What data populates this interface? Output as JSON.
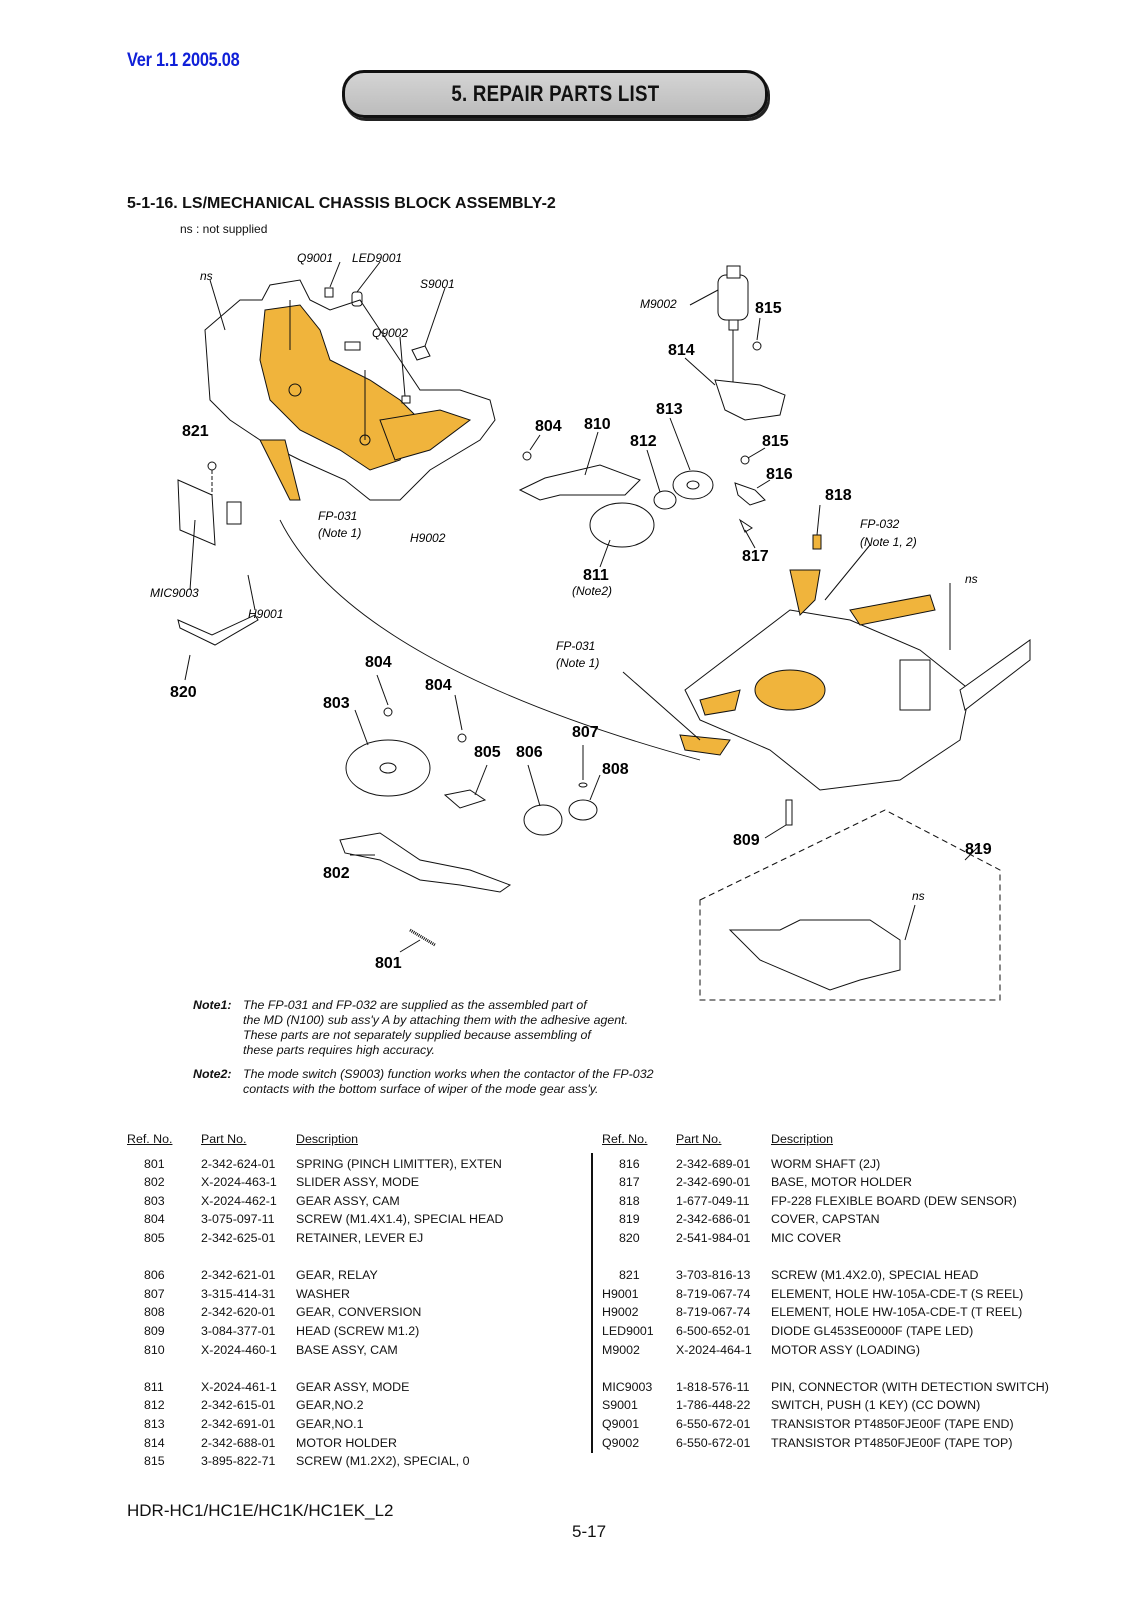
{
  "header": {
    "version": "Ver 1.1  2005.08",
    "chapter_title": "5. REPAIR PARTS LIST"
  },
  "section": {
    "title": "5-1-16. LS/MECHANICAL CHASSIS BLOCK ASSEMBLY-2",
    "ns_legend": "ns : not supplied"
  },
  "diagram": {
    "accent_color": "#f0b43c",
    "labels": {
      "q9001": "Q9001",
      "led9001": "LED9001",
      "ns_top": "ns",
      "s9001": "S9001",
      "q9002": "Q9002",
      "m9002": "M9002",
      "r815a": "815",
      "r814": "814",
      "r813": "813",
      "r821": "821",
      "r804a": "804",
      "r810": "810",
      "r812": "812",
      "r815b": "815",
      "r816": "816",
      "r818": "818",
      "fp031a": "FP-031",
      "note1a": "(Note 1)",
      "h9002": "H9002",
      "fp032": "FP-032",
      "note12": "(Note 1, 2)",
      "r817": "817",
      "r811": "811",
      "note2": "(Note2)",
      "ns_right": "ns",
      "mic9003": "MIC9003",
      "h9001": "H9001",
      "fp031b": "FP-031",
      "note1b": "(Note 1)",
      "r804b": "804",
      "r820": "820",
      "r804c": "804",
      "r803": "803",
      "r807": "807",
      "r805": "805",
      "r806": "806",
      "r808": "808",
      "r809": "809",
      "r819": "819",
      "r802": "802",
      "ns_bottom": "ns",
      "r801": "801"
    }
  },
  "notes": [
    {
      "key": "Note1:",
      "lines": [
        "The FP-031 and FP-032 are supplied as the assembled part of",
        "the MD (N100) sub ass'y A by attaching them with the adhesive agent.",
        "These parts are not separately supplied because assembling of",
        "these parts requires high accuracy."
      ]
    },
    {
      "key": "Note2:",
      "lines": [
        "The mode switch (S9003) function works when the contactor of the FP-032",
        "contacts with the bottom surface of wiper of the mode gear ass'y."
      ]
    }
  ],
  "parts_table": {
    "headers": {
      "ref": "Ref. No.",
      "part": "Part No.",
      "desc": "Description"
    },
    "left": [
      {
        "ref": "801",
        "part": "2-342-624-01",
        "desc": "SPRING (PINCH LIMITTER), EXTEN"
      },
      {
        "ref": "802",
        "part": "X-2024-463-1",
        "desc": "SLIDER ASSY, MODE"
      },
      {
        "ref": "803",
        "part": "X-2024-462-1",
        "desc": "GEAR ASSY, CAM"
      },
      {
        "ref": "804",
        "part": "3-075-097-11",
        "desc": "SCREW (M1.4X1.4), SPECIAL HEAD"
      },
      {
        "ref": "805",
        "part": "2-342-625-01",
        "desc": "RETAINER, LEVER  EJ"
      },
      {
        "ref": "806",
        "part": "2-342-621-01",
        "desc": "GEAR,  RELAY"
      },
      {
        "ref": "807",
        "part": "3-315-414-31",
        "desc": "WASHER"
      },
      {
        "ref": "808",
        "part": "2-342-620-01",
        "desc": "GEAR, CONVERSION"
      },
      {
        "ref": "809",
        "part": "3-084-377-01",
        "desc": "HEAD (SCREW M1.2)"
      },
      {
        "ref": "810",
        "part": "X-2024-460-1",
        "desc": "BASE ASSY, CAM"
      },
      {
        "ref": "811",
        "part": "X-2024-461-1",
        "desc": "GEAR ASSY, MODE"
      },
      {
        "ref": "812",
        "part": "2-342-615-01",
        "desc": "GEAR,NO.2"
      },
      {
        "ref": "813",
        "part": "2-342-691-01",
        "desc": "GEAR,NO.1"
      },
      {
        "ref": "814",
        "part": "2-342-688-01",
        "desc": "MOTOR HOLDER"
      },
      {
        "ref": "815",
        "part": "3-895-822-71",
        "desc": "SCREW (M1.2X2), SPECIAL, 0"
      }
    ],
    "right": [
      {
        "ref": "816",
        "part": "2-342-689-01",
        "desc": "WORM SHAFT (2J)"
      },
      {
        "ref": "817",
        "part": "2-342-690-01",
        "desc": "BASE, MOTOR HOLDER"
      },
      {
        "ref": "818",
        "part": "1-677-049-11",
        "desc": "FP-228 FLEXIBLE BOARD (DEW SENSOR)"
      },
      {
        "ref": "819",
        "part": "2-342-686-01",
        "desc": "COVER, CAPSTAN"
      },
      {
        "ref": "820",
        "part": "2-541-984-01",
        "desc": "MIC COVER"
      },
      {
        "ref": "821",
        "part": "3-703-816-13",
        "desc": "SCREW (M1.4X2.0), SPECIAL HEAD"
      },
      {
        "ref": "H9001",
        "part": "8-719-067-74",
        "desc": "ELEMENT, HOLE HW-105A-CDE-T (S REEL)"
      },
      {
        "ref": "H9002",
        "part": "8-719-067-74",
        "desc": "ELEMENT, HOLE HW-105A-CDE-T (T REEL)"
      },
      {
        "ref": "LED9001",
        "part": "6-500-652-01",
        "desc": "DIODE GL453SE0000F (TAPE LED)"
      },
      {
        "ref": "M9002",
        "part": "X-2024-464-1",
        "desc": "MOTOR ASSY (LOADING)"
      },
      {
        "ref": "MIC9003",
        "part": "1-818-576-11",
        "desc": "PIN, CONNECTOR (WITH DETECTION SWITCH)"
      },
      {
        "ref": "S9001",
        "part": "1-786-448-22",
        "desc": "SWITCH, PUSH (1 KEY) (CC DOWN)"
      },
      {
        "ref": "Q9001",
        "part": "6-550-672-01",
        "desc": "TRANSISTOR PT4850FJE00F (TAPE END)"
      },
      {
        "ref": "Q9002",
        "part": "6-550-672-01",
        "desc": "TRANSISTOR PT4850FJE00F (TAPE TOP)"
      }
    ]
  },
  "footer": {
    "model": "HDR-HC1/HC1E/HC1K/HC1EK_L2",
    "page": "5-17"
  }
}
